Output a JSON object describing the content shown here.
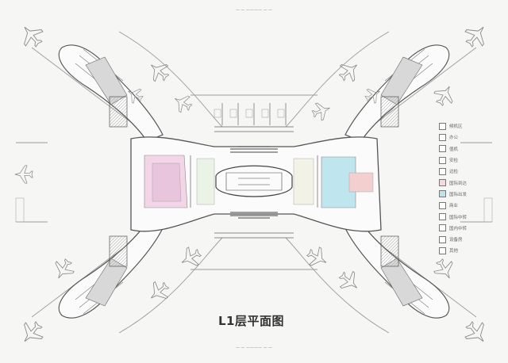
{
  "title": "L1层平面图",
  "legend": {
    "items": [
      {
        "label": "候机区",
        "color": "#ffffff"
      },
      {
        "label": "办公",
        "color": "#ffffff"
      },
      {
        "label": "值机",
        "color": "#ffffff"
      },
      {
        "label": "安检",
        "color": "#ffffff"
      },
      {
        "label": "边检",
        "color": "#ffffff"
      },
      {
        "label": "国际到达",
        "color": "#f4d8e4"
      },
      {
        "label": "国际出发",
        "color": "#bfe3ea"
      },
      {
        "label": "商业",
        "color": "#ffffff"
      },
      {
        "label": "国际中转",
        "color": "#ffffff"
      },
      {
        "label": "国内中转",
        "color": "#ffffff"
      },
      {
        "label": "设备房",
        "color": "#ffffff"
      },
      {
        "label": "其他",
        "color": "#ffffff"
      }
    ]
  },
  "colors": {
    "line": "#555555",
    "pink_zone": "#f2d6e8",
    "blue_zone": "#bfe5ee",
    "plane": "#8a8a8a"
  }
}
